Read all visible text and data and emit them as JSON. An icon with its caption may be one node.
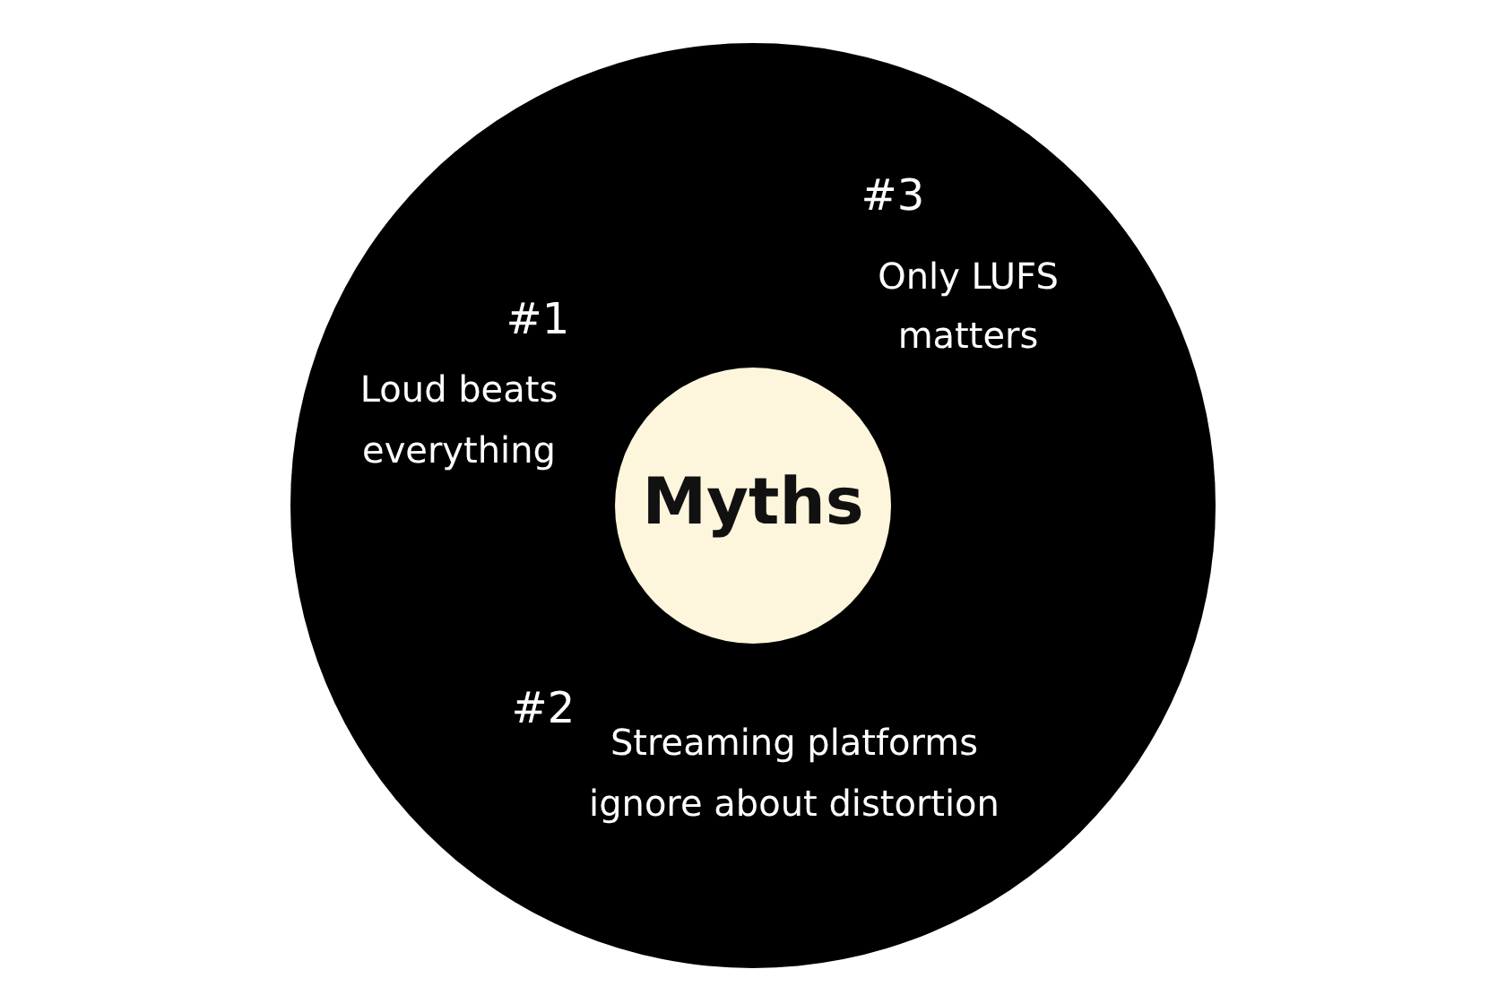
{
  "diagram": {
    "nodes": [
      {
        "text": [
          "#1",
          "Loud beats everything",
          "#3",
          "Only LUFS matters",
          "#2",
          "Streaming platforms ignore about distortion"
        ]
      },
      {
        "text": [
          "Myths"
        ],
        "in": 0
      }
    ]
  }
}
